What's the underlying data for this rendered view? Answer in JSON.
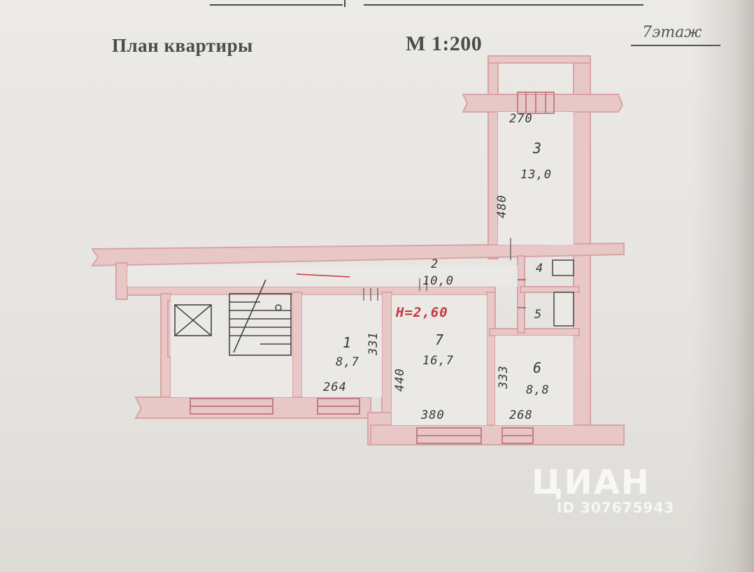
{
  "plan": {
    "title": "План квартиры",
    "scale": "М 1:200",
    "floor_note": "7этаж",
    "ceiling_height": "Н=2,60"
  },
  "rooms": [
    {
      "number": "1",
      "area": "8,7"
    },
    {
      "number": "2",
      "area": "10,0"
    },
    {
      "number": "3",
      "area": "13,0"
    },
    {
      "number": "4",
      "area": "",
      "label": "4"
    },
    {
      "number": "5",
      "area": "",
      "label": "5"
    },
    {
      "number": "6",
      "area": "8,8"
    },
    {
      "number": "7",
      "area": "16,7"
    }
  ],
  "dimensions": {
    "room3_width": "270",
    "room3_length": "480",
    "room1_width": "264",
    "room1_length": "331",
    "room7_width": "380",
    "room7_length": "440",
    "room6_width": "268",
    "room6_length": "333"
  },
  "watermark": {
    "brand": "ЦИАН",
    "id": "ID 307675943"
  },
  "colors": {
    "paper": "#e7e5e1",
    "wall_fill": "#e8c8c6",
    "wall_outline": "#d9a3a6",
    "ink": "#383838",
    "red_ink": "#c8343a"
  }
}
